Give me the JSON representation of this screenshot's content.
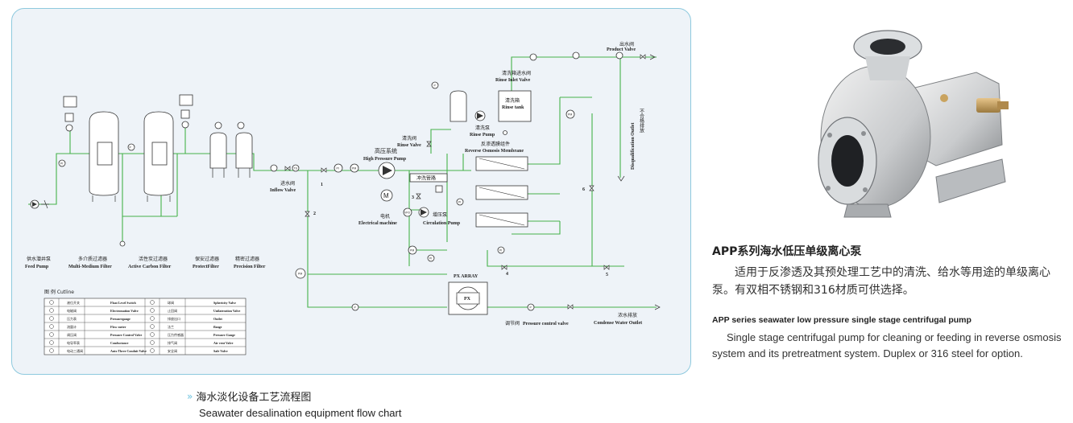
{
  "diagram": {
    "labels": {
      "feed_pump_zh": "供水潜井泵",
      "feed_pump_en": "Feed Pump",
      "multi_medium_zh": "多介质过滤器",
      "multi_medium_en": "Multi-Medium Filter",
      "active_carbon_zh": "活性炭过滤器",
      "active_carbon_en": "Active Carbon Filter",
      "protect_filter_zh": "保安过滤器",
      "protect_filter_en": "ProtectFilter",
      "precision_filter_zh": "精密过滤器",
      "precision_filter_en": "Precision Filter",
      "inflow_valve_zh": "进水阀",
      "inflow_valve_en": "Inflow Valve",
      "hp_system_zh": "高压系统",
      "hp_pump_en": "High Pressure Pump",
      "motor_symbol": "M",
      "motor_zh": "电机",
      "motor_en": "Electrical machine",
      "flush_pipe_zh": "冲洗管路",
      "circ_pump_zh": "增压泵",
      "circ_pump_en": "Circulation Pump",
      "rinse_valve_zh": "清洗阀",
      "rinse_valve_en": "Rinse Valve",
      "ro_membrane_zh": "反渗透膜组件",
      "ro_membrane_en": "Reverse Osmosis Membrane",
      "rinse_pump_zh": "清洗泵",
      "rinse_pump_en": "Rinse Pump",
      "rinse_tank_zh": "清洗箱",
      "rinse_tank_en": "Rinse tank",
      "rinse_inlet_zh": "清洗箱进水阀",
      "rinse_inlet_en": "Rinse Inlet Valve",
      "product_valve_zh": "出水阀",
      "product_valve_en": "Product Valve",
      "disqualification_en": "Disqualification Outlet",
      "disqualification_zh": "不合格排放",
      "px_array": "PX ARRAY",
      "px": "PX",
      "pressure_valve_zh": "调节阀",
      "pressure_valve_en": "Pressure control valve",
      "condense_zh": "浓水排放",
      "condense_en": "Condense Water Outlet",
      "num_1": "1",
      "num_2": "2",
      "num_3": "3",
      "num_4": "4",
      "num_5": "5",
      "num_6": "6",
      "legend_title": "图 例 Cutline",
      "tag_pi": "PI",
      "tag_pm": "PM",
      "tag_p": "P",
      "tag_ts": "TS",
      "tag_vfd": "VFD"
    },
    "legend": [
      [
        "液位开关",
        "Float Level Switch",
        "球阀",
        "Sphericity Valve"
      ],
      [
        "电磁阀",
        "Electromation Valve",
        "止回阀",
        "Unilateration Valve"
      ],
      [
        "压力表",
        "Pressuregauge",
        "排放出口",
        "Outlet"
      ],
      [
        "流量计",
        "Flow meter",
        "法兰",
        "flange"
      ],
      [
        "调压阀",
        "Pressure Control Valve",
        "压力传感器",
        "Pressure Gauge"
      ],
      [
        "电导率表",
        "Conductance",
        "排气阀",
        "Air vent Valve"
      ],
      [
        "电动三通阀",
        "Auto Three Conduit Valve",
        "安全阀",
        "Safe Valve"
      ]
    ]
  },
  "caption": {
    "arrow": "»",
    "zh": "海水淡化设备工艺流程图",
    "en": "Seawater desalination equipment flow chart"
  },
  "product": {
    "title_zh": "APP系列海水低压单级离心泵",
    "desc_zh": "适用于反渗透及其预处理工艺中的清洗、给水等用途的单级离心泵。有双相不锈钢和316材质可供选择。",
    "title_en": "APP series seawater low pressure single stage centrifugal pump",
    "desc_en": "Single stage centrifugal pump for cleaning or feeding in reverse osmosis system and its pretreatment system. Duplex or 316 steel for option."
  },
  "colors": {
    "frame_border": "#8ec9de",
    "frame_bg": "#eef3f8",
    "pipe": "#45b24a",
    "arrow": "#6cc3df"
  }
}
